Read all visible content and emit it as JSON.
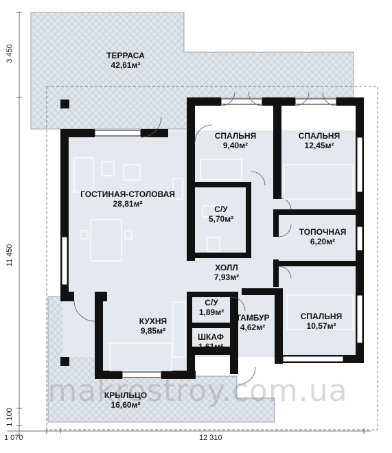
{
  "rooms": {
    "terrace": {
      "name": "ТЕРРАСА",
      "area": "42,61м²"
    },
    "bedroom1": {
      "name": "СПАЛЬНЯ",
      "area": "9,40м²"
    },
    "bedroom2": {
      "name": "СПАЛЬНЯ",
      "area": "12,45м²"
    },
    "living": {
      "name": "ГОСТИНАЯ-СТОЛОВАЯ",
      "area": "28,81м²"
    },
    "bath1": {
      "name": "С/У",
      "area": "5,70м²"
    },
    "boiler": {
      "name": "ТОПОЧНАЯ",
      "area": "6,20м²"
    },
    "hall": {
      "name": "ХОЛЛ",
      "area": "7,93м²"
    },
    "bath2": {
      "name": "С/У",
      "area": "1,89м²"
    },
    "kitchen": {
      "name": "КУХНЯ",
      "area": "9,85м²"
    },
    "vestibule": {
      "name": "ТАМБУР",
      "area": "4,62м²"
    },
    "bedroom3": {
      "name": "СПАЛЬНЯ",
      "area": "10,57м²"
    },
    "closet": {
      "name": "ШКАФ",
      "area": "1,61м²"
    },
    "porch": {
      "name": "КРЫЛЬЦО",
      "area": "16,60м²"
    }
  },
  "dimensions": {
    "left_top": "3 450",
    "left_main": "11 450",
    "left_bottom": "1 100",
    "bottom_left": "1 070",
    "bottom_main": "12 310"
  },
  "watermark": "makrostroy.com.ua",
  "colors": {
    "wall": "#111111",
    "floor": "#dfe5ea",
    "hatch": "#b7c1c9",
    "dim_line": "#444444"
  }
}
